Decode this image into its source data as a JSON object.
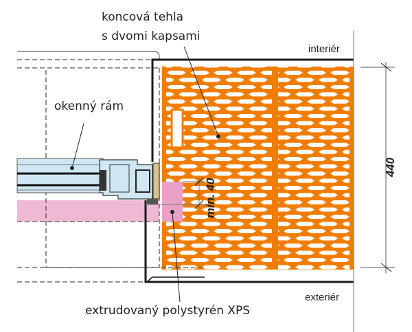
{
  "labels": {
    "end_brick_line1": "koncová tehla",
    "end_brick_line2": "s dvomi kapsami",
    "window_frame": "okenný rám",
    "interior": "interiér",
    "exterior": "exteriér",
    "xps": "extrudovaný polystyrén XPS"
  },
  "dimensions": {
    "wall_thickness": "440",
    "min_overlap": "min. 40"
  },
  "colors": {
    "brick": "#f07d00",
    "xps": "#efb8d4",
    "xps_dark": "#e8a0c6",
    "glass": "#cfe6f3",
    "line": "#1a1a1a"
  }
}
